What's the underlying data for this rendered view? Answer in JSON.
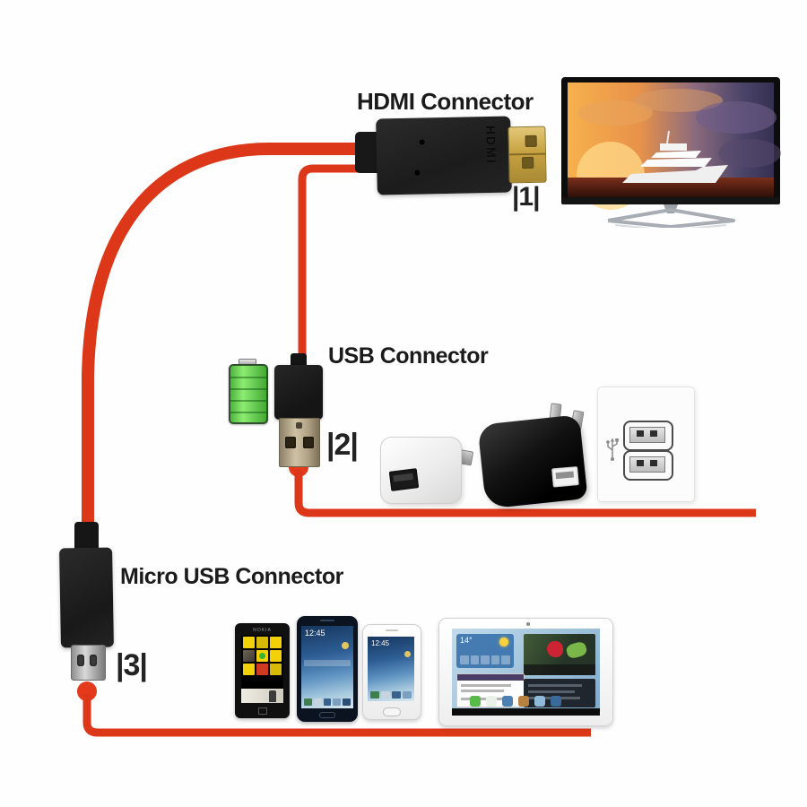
{
  "labels": {
    "hdmi": {
      "title": "HDMI Connector",
      "marker": "|1|"
    },
    "usb": {
      "title": "USB Connector",
      "marker": "|2|"
    },
    "micro": {
      "title": "Micro USB Connector",
      "marker": "|3|"
    }
  },
  "hdmi_plug_text": "HDMI",
  "devices": {
    "lumia": {
      "brand": "NOKIA"
    },
    "mega": {
      "clock": "12:45"
    },
    "white_phone": {
      "clock": "12:45"
    },
    "tablet": {
      "weather_temp": "14°"
    }
  },
  "colors": {
    "cable_red": "#dc3718",
    "battery_green": "#4db43c",
    "hdmi_gold": "#c7a243",
    "label_text": "#1b1b1b"
  }
}
